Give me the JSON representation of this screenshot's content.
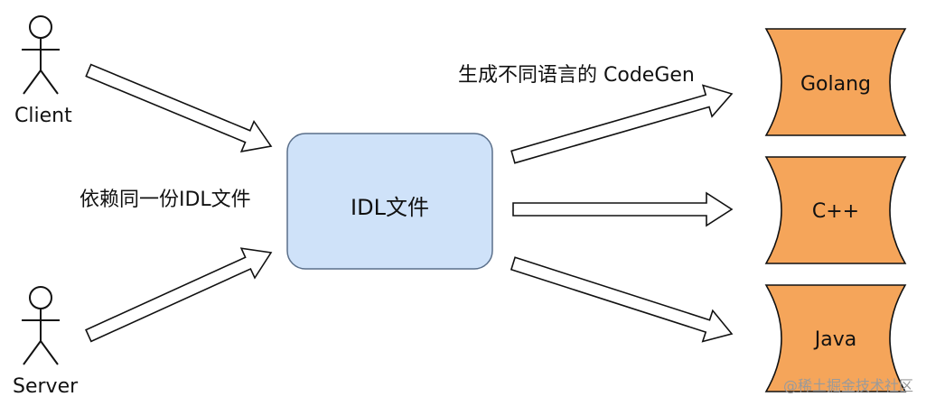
{
  "actors": {
    "client": "Client",
    "server": "Server"
  },
  "center_box": {
    "label": "IDL文件",
    "fill": "#cfe2f9",
    "stroke": "#5a6f8a"
  },
  "left_caption": "依赖同一份IDL文件",
  "right_caption": "生成不同语言的 CodeGen",
  "languages": [
    {
      "label": "Golang"
    },
    {
      "label": "C++"
    },
    {
      "label": "Java"
    }
  ],
  "language_fill": "#f5a55a",
  "watermark": "@稀土掘金技术社区"
}
